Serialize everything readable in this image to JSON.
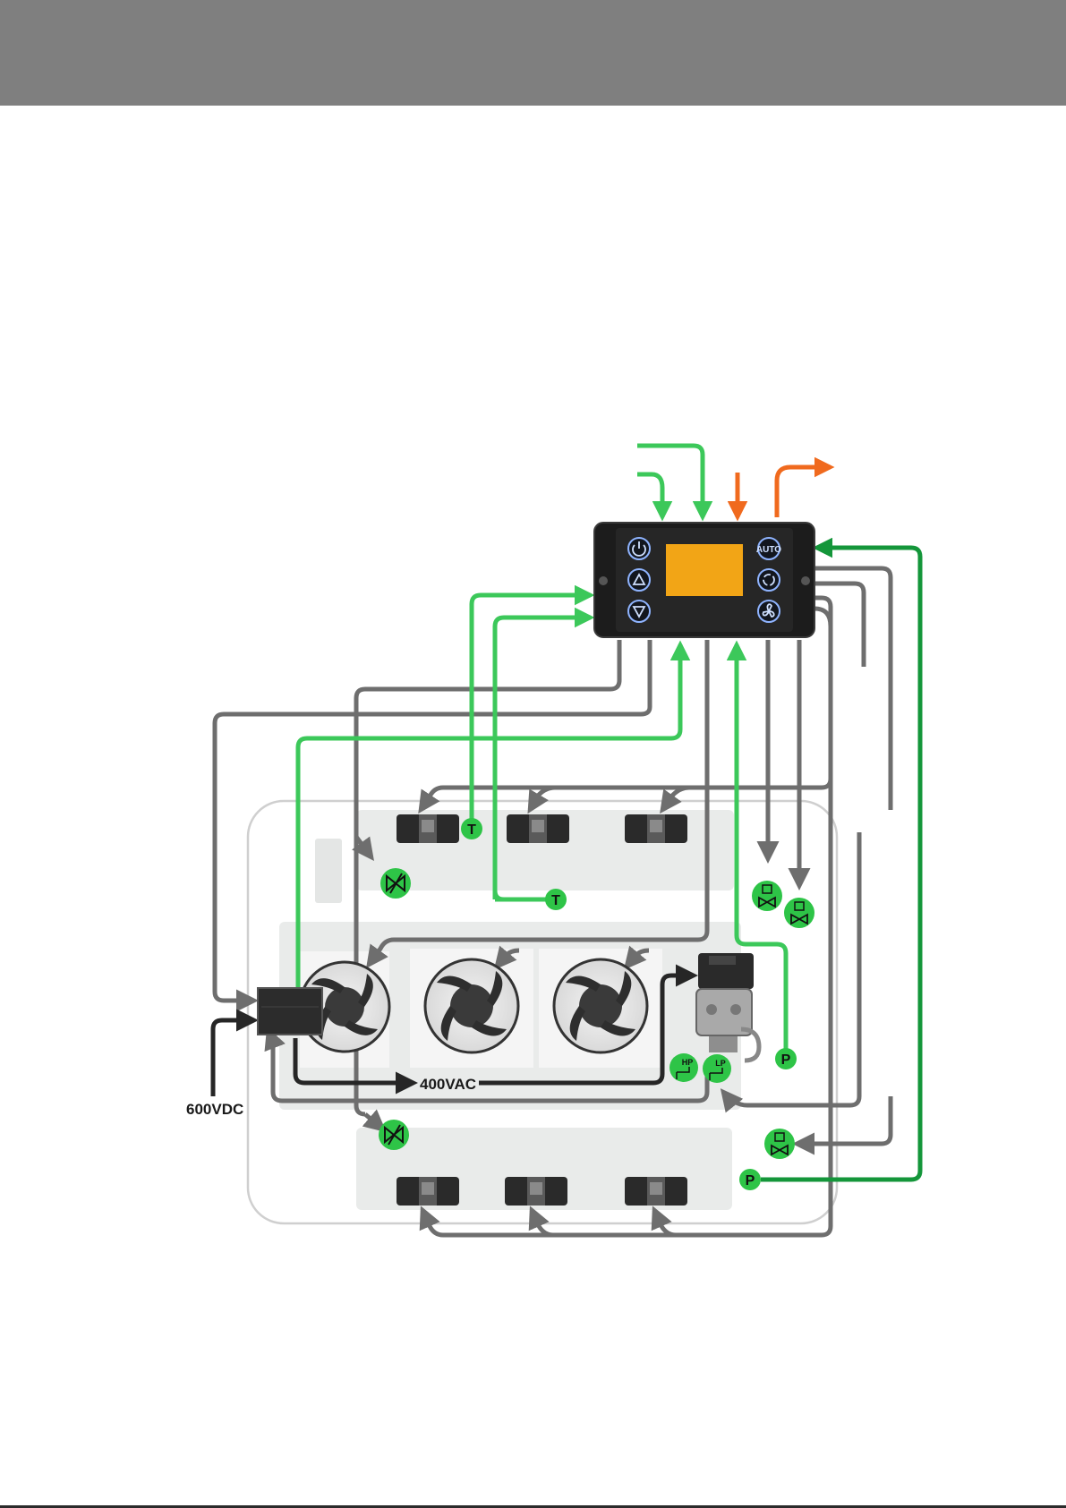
{
  "labels": {
    "dc_input": "600VDC",
    "ac_output": "400VAC"
  },
  "controller": {
    "buttons_left": [
      {
        "icon": "power-icon"
      },
      {
        "icon": "arrow-up-icon"
      },
      {
        "icon": "arrow-down-icon"
      }
    ],
    "buttons_right": [
      {
        "icon": "auto-mode-icon",
        "label": "AUTO"
      },
      {
        "icon": "recirculation-icon"
      },
      {
        "icon": "fan-icon"
      }
    ]
  },
  "sensors": {
    "temperature_1": "T",
    "temperature_2": "T",
    "pressure_1": "P",
    "pressure_2": "P",
    "high_pressure_switch": "HP",
    "low_pressure_switch": "LP"
  },
  "colors": {
    "header_band": "#7f7f7f",
    "signal_green": "#3cc85a",
    "signal_green_dark": "#14963a",
    "power_orange": "#f06a1e",
    "wire_gray": "#6e6e6e",
    "power_black": "#262626",
    "display_amber": "#f2a516",
    "controller_body": "#1c1c1c"
  }
}
